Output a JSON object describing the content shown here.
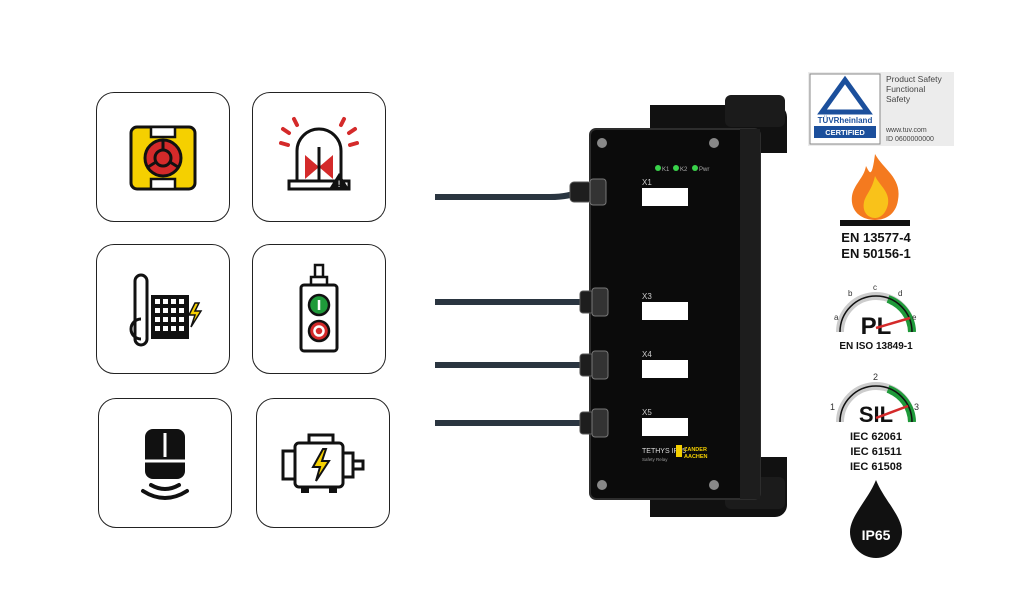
{
  "device": {
    "ports": [
      "X1",
      "X3",
      "X4",
      "X5"
    ],
    "leds": [
      "K1",
      "K2",
      "Pwr"
    ],
    "model_label": "TETHYS IP65",
    "model_sub": "Safety Relay",
    "brand_line1": "ZANDER",
    "brand_line2": "AACHEN"
  },
  "tuv": {
    "brand": "TÜVRheinland",
    "certified": "CERTIFIED",
    "text1": "Product Safety",
    "text2": "Functional",
    "text3": "Safety",
    "url": "www.tuv.com",
    "id": "ID  0600000000"
  },
  "fire": {
    "std1": "EN 13577-4",
    "std2": "EN 50156-1"
  },
  "pl": {
    "label": "PL",
    "letters": [
      "a",
      "b",
      "c",
      "d",
      "e"
    ],
    "std": "EN ISO 13849-1"
  },
  "sil": {
    "label": "SIL",
    "levels": [
      "1",
      "2",
      "3"
    ],
    "std1": "IEC 62061",
    "std2": "IEC 61511",
    "std3": "IEC 61508"
  },
  "ip": {
    "label": "IP65"
  },
  "colors": {
    "accent_yellow": "#f5d000",
    "red": "#d42a2a",
    "green": "#1f9a3a"
  }
}
